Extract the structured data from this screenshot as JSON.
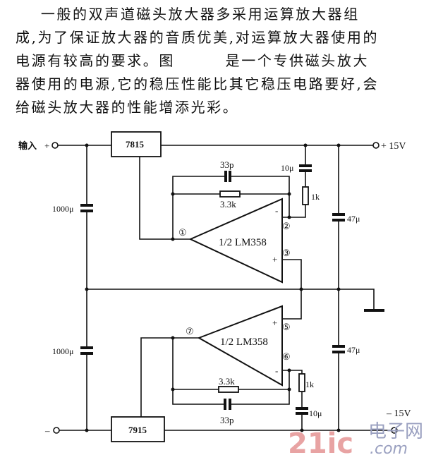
{
  "paragraph": {
    "lines": [
      "    一般的双声道磁头放大器多采用运算放大器组",
      "成,为了保证放大器的音质优美,对运算放大器使用的",
      "电源有较高的要求。图        是一个专供磁头放大",
      "器使用的电源,它的稳压性能比其它稳压电路要好,会",
      "给磁头放大器的性能增添光彩。"
    ]
  },
  "circuit": {
    "input_label": "输入",
    "input_plus": "+",
    "input_minus": "–",
    "out_pos": "+ 15V",
    "out_neg": "– 15V",
    "reg_pos": "7815",
    "reg_neg": "7915",
    "opamp1": "1/2 LM358",
    "opamp2": "1/2 LM358",
    "pins": [
      "①",
      "②",
      "③",
      "⑤",
      "⑥",
      "⑦"
    ],
    "c_in_top": "1000μ",
    "c_in_bot": "1000μ",
    "c_out_top": "47μ",
    "c_out_bot": "47μ",
    "c_fb_top": "33p",
    "c_fb_bot": "33p",
    "r_fb_top": "3.3k",
    "r_fb_bot": "3.3k",
    "r_top": "1k",
    "r_bot": "1k",
    "c_ser_top": "10μ",
    "c_ser_bot": "10μ",
    "minus_sign": "-",
    "plus_sign": "+"
  },
  "watermark": {
    "brand": "21ic",
    "cn": "电子网",
    "domain": ".com",
    "brand_color": "#e8a3a3",
    "text_color": "#9aa0c0"
  }
}
